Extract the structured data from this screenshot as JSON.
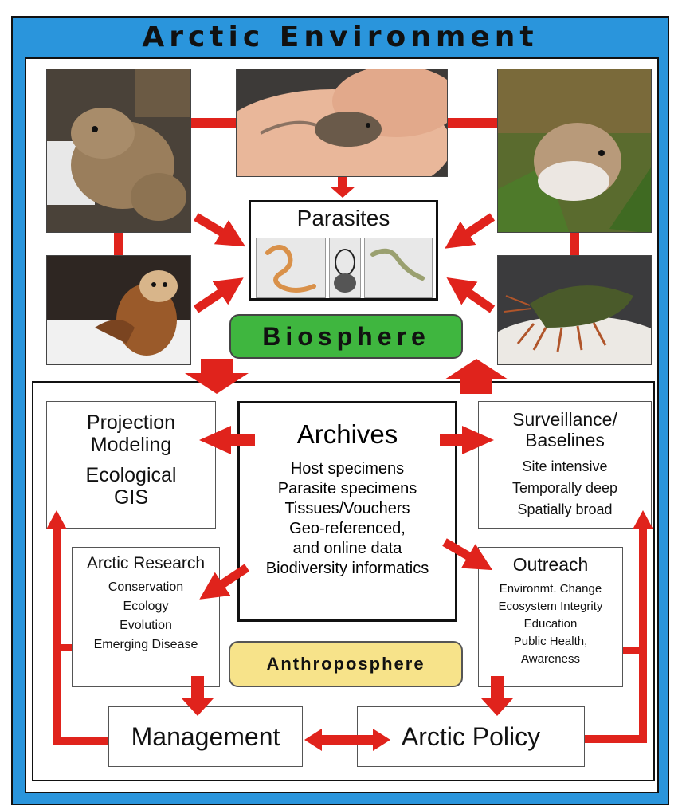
{
  "title": "Arctic Environment",
  "parasites": {
    "title": "Parasites"
  },
  "biosphere": "Biosphere",
  "anthroposphere": "Anthroposphere",
  "archives": {
    "title": "Archives",
    "items": [
      "Host specimens",
      "Parasite specimens",
      "Tissues/Vouchers",
      "Geo-referenced,",
      "and online data",
      "Biodiversity informatics"
    ]
  },
  "projection": {
    "line1": "Projection",
    "line2": "Modeling",
    "line3": "Ecological",
    "line4": "GIS"
  },
  "surveillance": {
    "line1": "Surveillance/",
    "line2": "Baselines",
    "items": [
      "Site intensive",
      "Temporally deep",
      "Spatially broad"
    ]
  },
  "arctic_research": {
    "title": "Arctic Research",
    "items": [
      "Conservation",
      "Ecology",
      "Evolution",
      "Emerging Disease"
    ]
  },
  "outreach": {
    "title": "Outreach",
    "items": [
      "Environmt. Change",
      "Ecosystem Integrity",
      "Education",
      "Public Health,",
      "Awareness"
    ]
  },
  "management": "Management",
  "arctic_policy": "Arctic Policy",
  "colors": {
    "frame": "#2a95dc",
    "arrow": "#e0231c",
    "biosphere": "#3fb63f",
    "anthroposphere": "#f7e38a"
  },
  "photos": [
    "shrew-photo",
    "shrew-in-hand-photo",
    "vole-photo",
    "marten-photo",
    "amphipod-photo"
  ]
}
